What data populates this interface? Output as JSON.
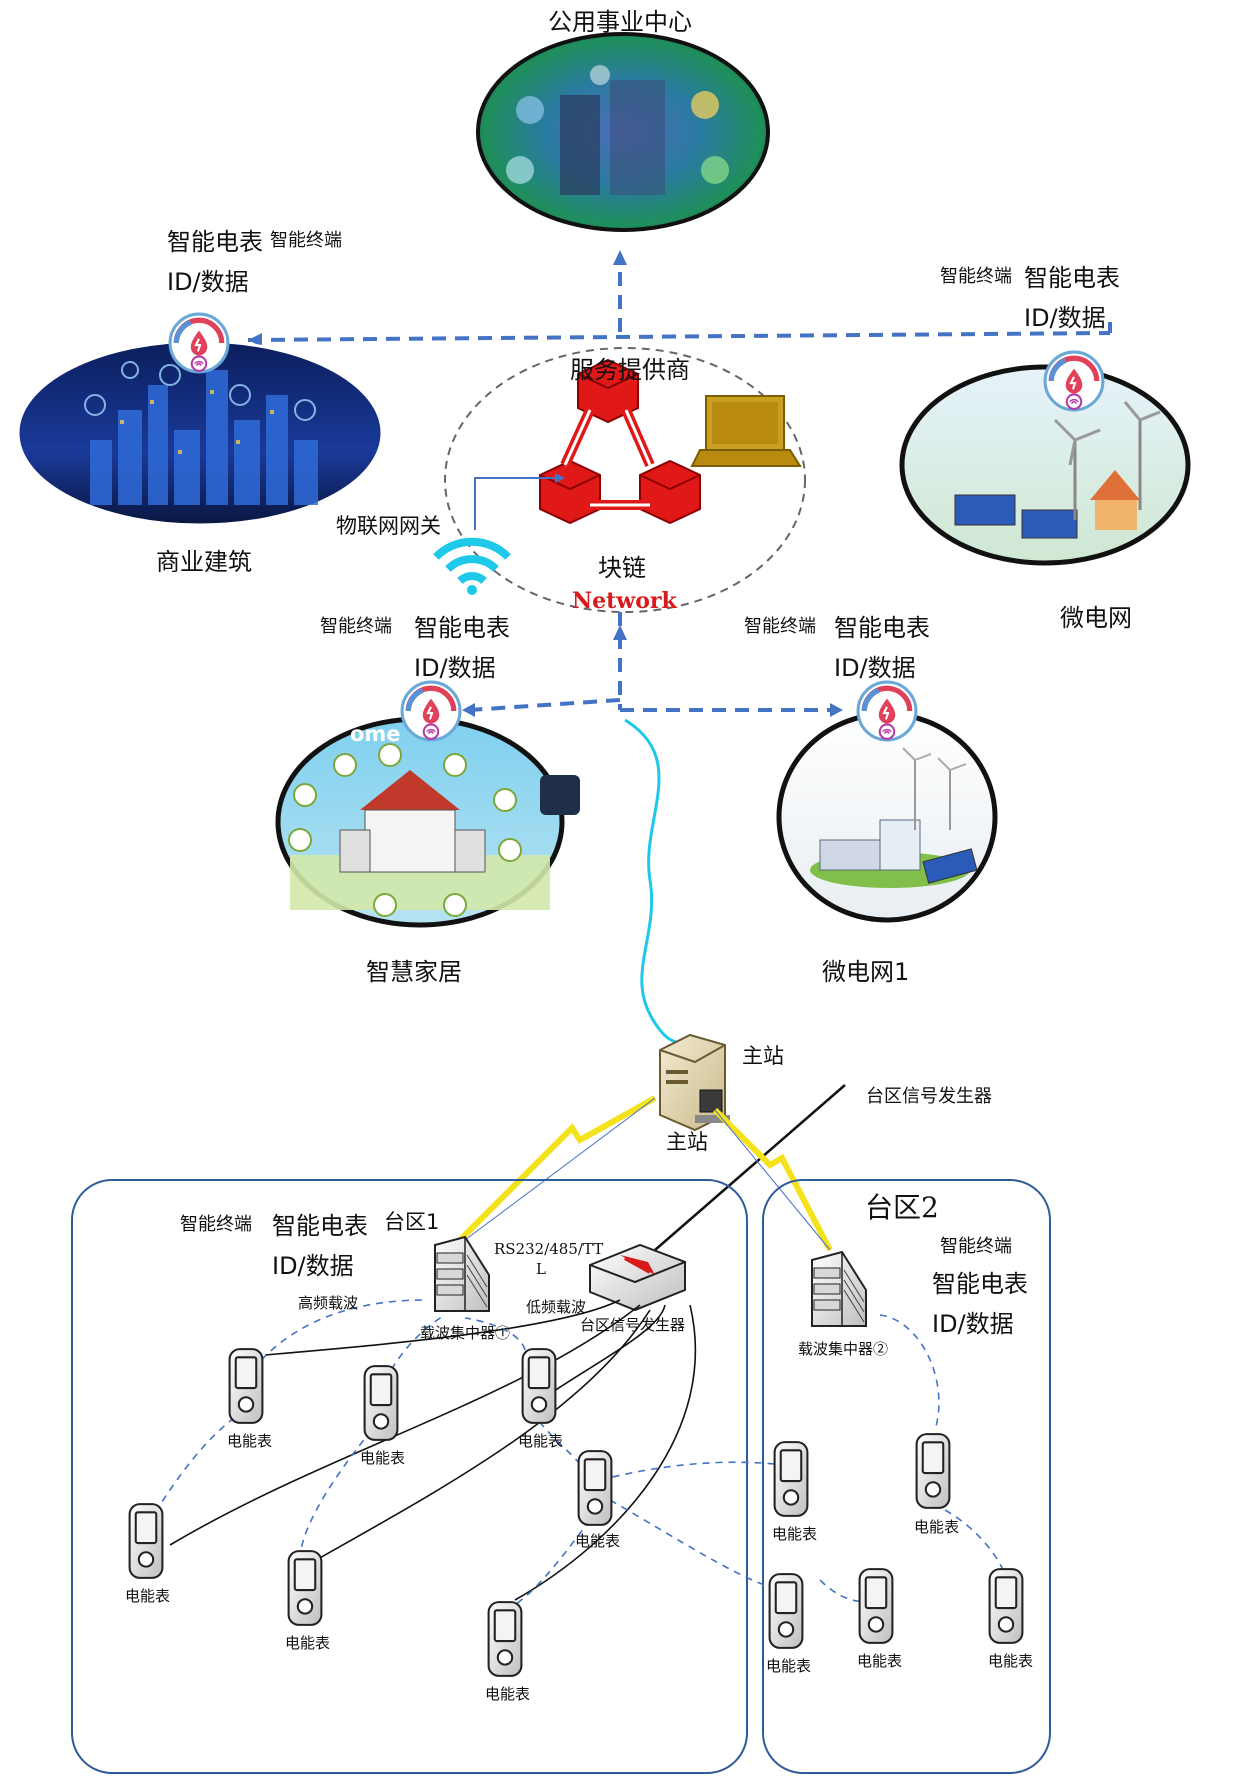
{
  "top": {
    "utility_center": "公用事业中心",
    "service_provider": "服务提供商",
    "blockchain": "块链",
    "network_word": "Network",
    "iot_gateway": "物联网网关"
  },
  "nodes": {
    "commercial_building": {
      "name": "商业建筑",
      "meter": "智能电表",
      "terminal": "智能终端",
      "id_data": "ID/数据"
    },
    "microgrid": {
      "name": "微电网",
      "meter": "智能电表",
      "terminal": "智能终端",
      "id_data": "ID/数据"
    },
    "smart_home": {
      "name": "智慧家居",
      "meter": "智能电表",
      "terminal": "智能终端",
      "id_data": "ID/数据"
    },
    "microgrid1": {
      "name": "微电网1",
      "meter": "智能电表",
      "terminal": "智能终端",
      "id_data": "ID/数据"
    }
  },
  "smart_home_partial": "ome",
  "station": {
    "main_station": "主站",
    "main_station_caption": "主站",
    "signal_generator_top": "台区信号发生器"
  },
  "district1": {
    "name": "台区1",
    "terminal": "智能终端",
    "meter": "智能电表",
    "id_data": "ID/数据",
    "protocol_line1": "RS232/485/TT",
    "protocol_line2": "L",
    "high_freq": "高频载波",
    "low_freq": "低频载波",
    "concentrator": "载波集中器①",
    "signal_generator": "台区信号发生器",
    "meters": [
      "电能表",
      "电能表",
      "电能表",
      "电能表",
      "电能表",
      "电能表",
      "电能表"
    ]
  },
  "district2": {
    "name": "台区2",
    "terminal": "智能终端",
    "meter": "智能电表",
    "id_data": "ID/数据",
    "concentrator": "载波集中器②",
    "meters": [
      "电能表",
      "电能表",
      "电能表",
      "电能表",
      "电能表"
    ]
  },
  "colors": {
    "dashed_link": "#4472c4",
    "blockchain_red": "#e01818",
    "wifi_cyan": "#1ec8e8",
    "district_border": "#2e5b9a",
    "lightning": "#f4e21a"
  },
  "icons": {
    "meter_badge": "smart-meter-badge-icon",
    "wifi": "wifi-icon",
    "laptop": "laptop-icon",
    "server": "server-icon",
    "concentrator": "concentrator-icon",
    "signal_generator": "signal-generator-icon",
    "electric_meter": "electric-meter-icon",
    "lightning": "lightning-link-icon"
  }
}
